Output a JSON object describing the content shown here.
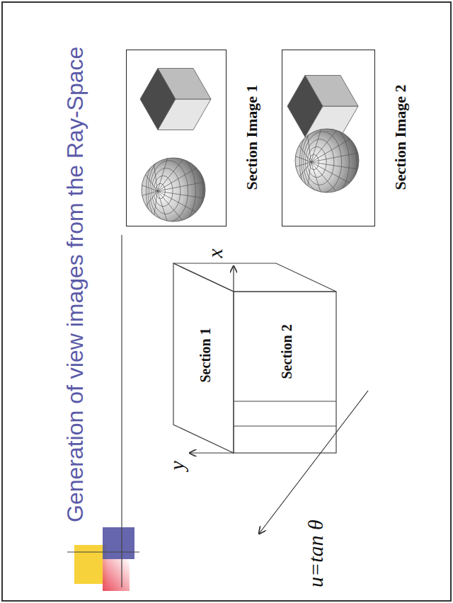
{
  "diagram": {
    "title": "Generation of view images from the Ray-Space",
    "nodes": [
      {
        "text": [
          "Section Image 1"
        ]
      },
      {
        "text": [
          "Section Image 2"
        ]
      }
    ],
    "labels": [
      "Section 1",
      "Section 2",
      "y",
      "x",
      "u=tan θ"
    ]
  }
}
